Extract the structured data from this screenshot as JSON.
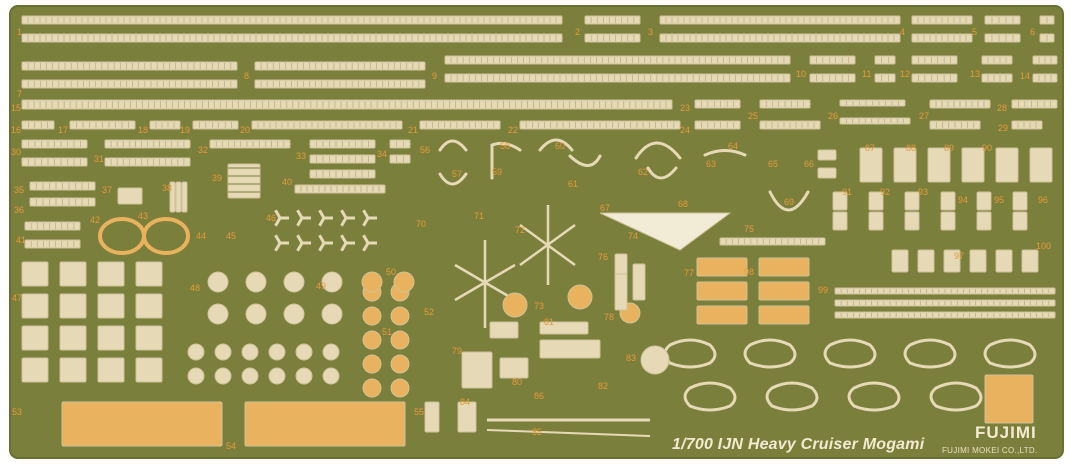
{
  "fret": {
    "title": "1/700 IJN  Heavy Cruiser Mogami",
    "brand": "FUJIMI",
    "maker": "FUJIMI MOKEI CO.,LTD.",
    "colors": {
      "sheet": "#7b7f3c",
      "sheet_edge": "#6b6e33",
      "brass": "#e6d9b6",
      "brass_outline": "#cfc29a",
      "brass_gold": "#e9b25e",
      "label": "#e59a3c"
    }
  },
  "part_numbers": [
    "1",
    "2",
    "3",
    "4",
    "5",
    "6",
    "7",
    "8",
    "9",
    "10",
    "11",
    "12",
    "13",
    "14",
    "15",
    "16",
    "17",
    "18",
    "19",
    "20",
    "21",
    "22",
    "23",
    "24",
    "25",
    "26",
    "27",
    "28",
    "29",
    "30",
    "31",
    "32",
    "33",
    "34",
    "35",
    "36",
    "37",
    "38",
    "39",
    "40",
    "41",
    "42",
    "43",
    "44",
    "45",
    "46",
    "47",
    "48",
    "49",
    "50",
    "51",
    "52",
    "53",
    "54",
    "55",
    "56",
    "57",
    "58",
    "59",
    "60",
    "61",
    "62",
    "63",
    "64",
    "65",
    "66",
    "67",
    "68",
    "69",
    "70",
    "71",
    "72",
    "73",
    "74",
    "75",
    "76",
    "77",
    "78",
    "79",
    "80",
    "81",
    "82",
    "83",
    "84",
    "85",
    "86",
    "87",
    "88",
    "89",
    "90",
    "91",
    "92",
    "93",
    "94",
    "95",
    "96",
    "97",
    "98",
    "99",
    "100"
  ]
}
